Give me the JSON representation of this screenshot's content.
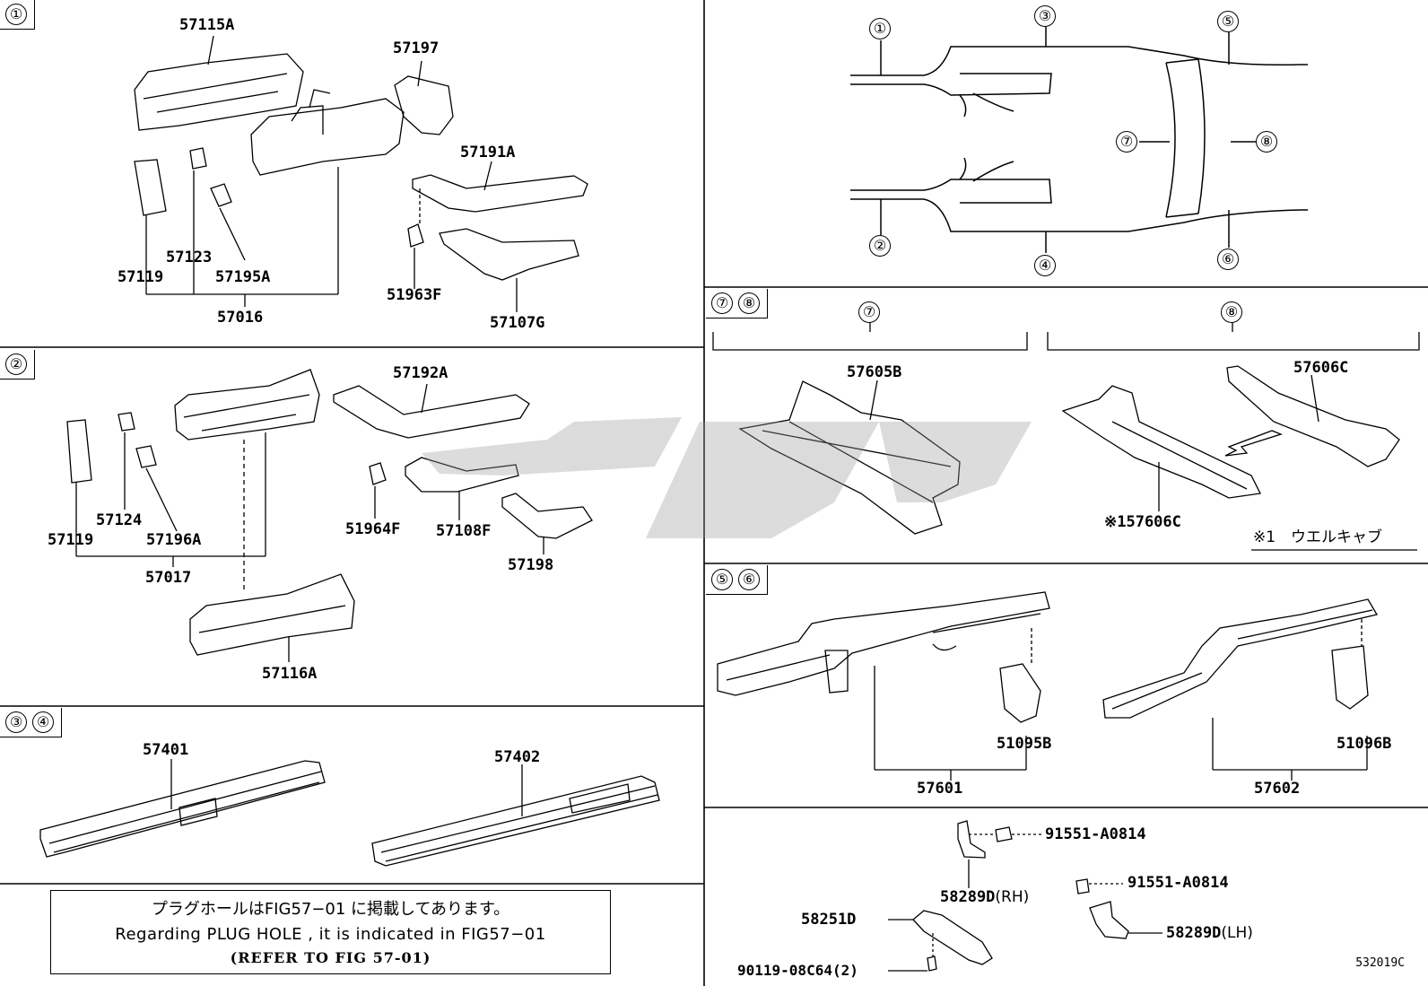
{
  "sections": {
    "s1": {
      "tags": [
        "①"
      ]
    },
    "s2": {
      "tags": [
        "②"
      ]
    },
    "s34": {
      "tags": [
        "③",
        "④"
      ]
    },
    "s78": {
      "tags": [
        "⑦",
        "⑧"
      ],
      "group_left": "⑦",
      "group_right": "⑧"
    },
    "s56": {
      "tags": [
        "⑤",
        "⑥"
      ]
    }
  },
  "overview": {
    "markers": [
      "①",
      "②",
      "③",
      "④",
      "⑤",
      "⑥",
      "⑦",
      "⑧"
    ]
  },
  "parts": {
    "p57115A": "57115A",
    "p57197": "57197",
    "p57191A": "57191A",
    "p57123": "57123",
    "p57119a": "57119",
    "p57195A": "57195A",
    "p57016": "57016",
    "p51963F": "51963F",
    "p57107G": "57107G",
    "p57192A": "57192A",
    "p57124": "57124",
    "p57119b": "57119",
    "p57196A": "57196A",
    "p57017": "57017",
    "p51964F": "51964F",
    "p57108F": "57108F",
    "p57198": "57198",
    "p57116A": "57116A",
    "p57401": "57401",
    "p57402": "57402",
    "p57605B": "57605B",
    "p57606C": "57606C",
    "p57606Cx": "※157606C",
    "note_welcap": "※1　ウエルキャブ",
    "p51095B": "51095B",
    "p57601": "57601",
    "p51096B": "51096B",
    "p57602": "57602",
    "p91551a": "91551-A0814",
    "p91551b": "91551-A0814",
    "p58289D_rh": "58289D",
    "rh": "(RH)",
    "p58289D_lh": "58289D",
    "lh": "(LH)",
    "p58251D": "58251D",
    "p90119": "90119-08C64(2)"
  },
  "notice": {
    "line1": "プラグホールはFIG57−01 に掲載してあります。",
    "line2": "Regarding PLUG HOLE , it is indicated in FIG57−01",
    "line3": "(REFER TO FIG 57-01)"
  },
  "figure_code": "532019C"
}
